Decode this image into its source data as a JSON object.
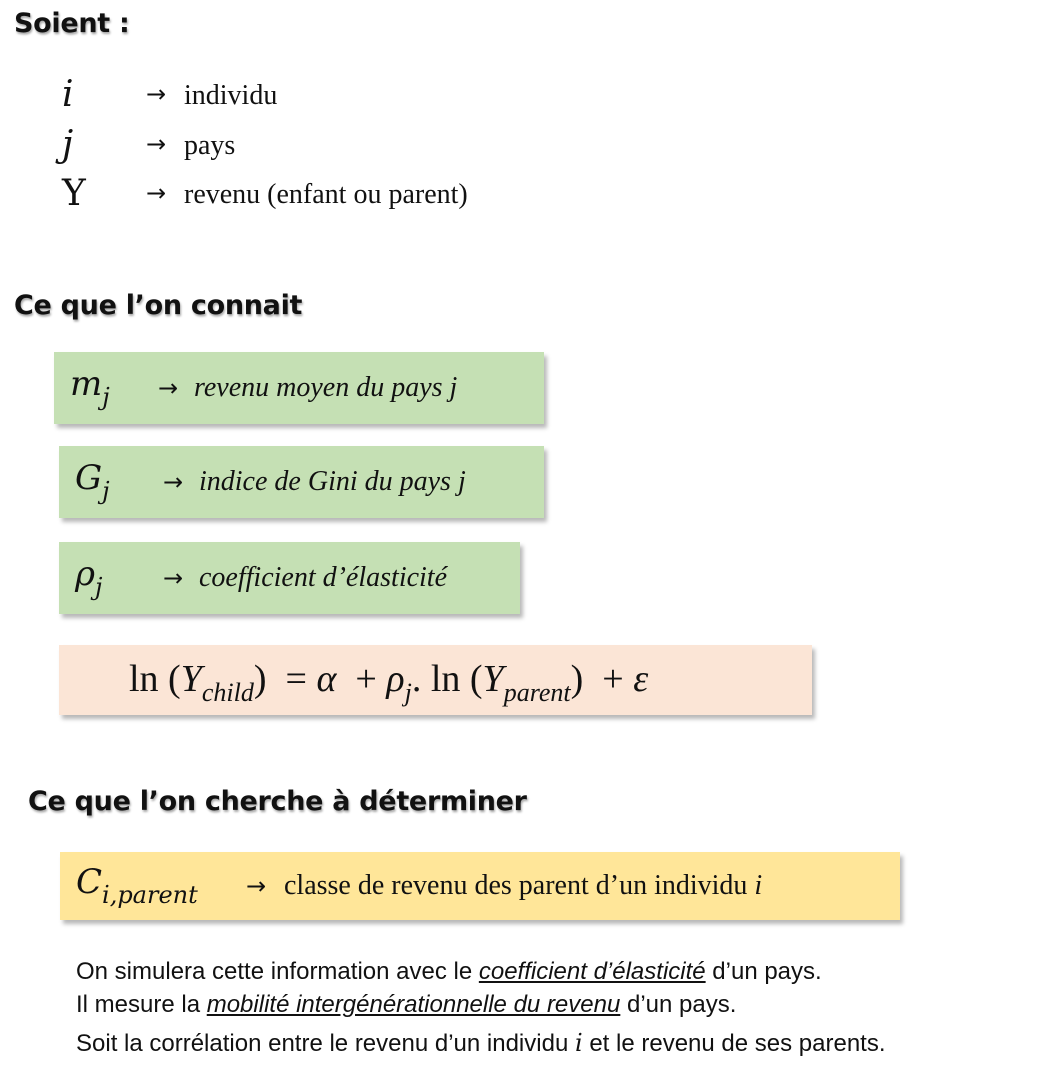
{
  "section1": {
    "heading": "Soient :",
    "items": [
      {
        "symbol": "i",
        "arrow": "→",
        "text": "individu"
      },
      {
        "symbol": "j",
        "arrow": "→",
        "text": "pays"
      },
      {
        "symbol": "Y",
        "arrow": "→",
        "text": "revenu (enfant ou parent)"
      }
    ]
  },
  "section2": {
    "heading": "Ce que l’on connait",
    "boxes": [
      {
        "symbol": "m",
        "sub": "j",
        "arrow": "→",
        "text": "revenu moyen du pays j",
        "color": "#c5e0b4"
      },
      {
        "symbol": "G",
        "sub": "j",
        "arrow": "→",
        "text": "indice de Gini du pays j",
        "color": "#c5e0b4"
      },
      {
        "symbol": "ρ",
        "sub": "j",
        "arrow": "→",
        "text": "coefficient d’élasticité",
        "color": "#c5e0b4"
      }
    ],
    "equation": {
      "lhs_ln": "ln (",
      "lhs_var": "Y",
      "lhs_sub": "child",
      "lhs_close": ")",
      "equals": "=",
      "alpha": "α",
      "plus1": "+",
      "rho": "ρ",
      "rho_sub": "j",
      "dot_ln": ". ln (",
      "rhs_var": "Y",
      "rhs_sub": "parent",
      "rhs_close": ")",
      "plus2": "+",
      "epsilon": "ε",
      "color": "#fbe5d6"
    }
  },
  "section3": {
    "heading": "Ce que l’on cherche à déterminer",
    "box": {
      "symbol": "C",
      "sub": "i,parent",
      "arrow": "→",
      "text_before": "classe de revenu des parent d’un individu ",
      "text_var": "i",
      "color": "#ffe699"
    },
    "notes": {
      "line1_before": "On simulera cette information avec le ",
      "line1_link": "coefficient d’élasticité",
      "line1_after": " d’un pays.",
      "line2_before": "Il mesure la ",
      "line2_link": "mobilité intergénérationnelle du revenu",
      "line2_after": " d’un pays.",
      "line3_before": "Soit la corrélation entre le revenu d’un individu ",
      "line3_var": "i",
      "line3_after": " et le revenu de ses parents."
    }
  }
}
